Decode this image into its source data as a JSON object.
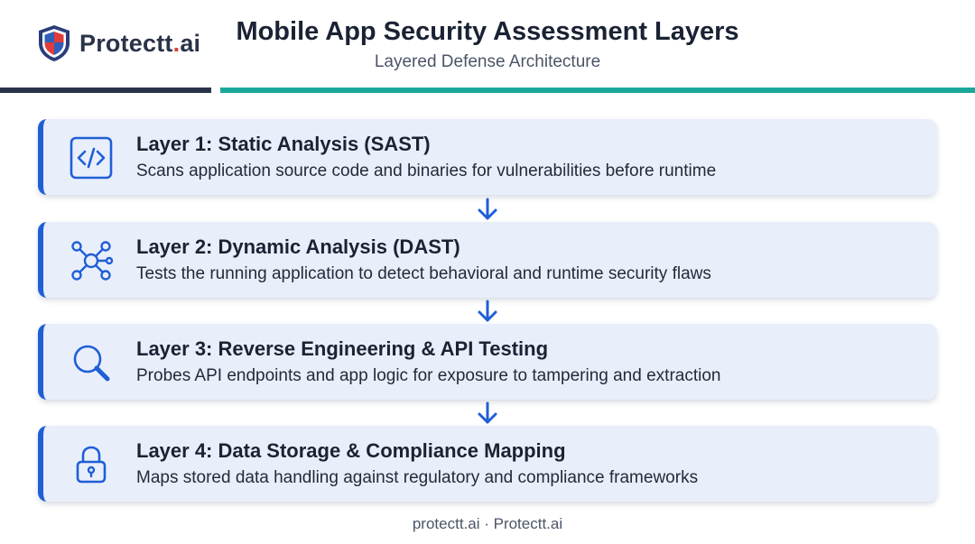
{
  "header": {
    "brand_name": "Protectt",
    "brand_dot": ".",
    "brand_suffix": "ai",
    "title": "Mobile App Security Assessment Layers",
    "subtitle": "Layered Defense Architecture"
  },
  "colors": {
    "accent_blue": "#1f5fd6",
    "accent_teal": "#1aa89a",
    "navy": "#2a3349",
    "brand_red": "#e23b3b",
    "card_bg": "#e9eefb"
  },
  "layers": [
    {
      "title": "Layer 1: Static Analysis (SAST)",
      "description": "Scans application source code and binaries for vulnerabilities before runtime",
      "icon": "code-icon"
    },
    {
      "title": "Layer 2: Dynamic Analysis (DAST)",
      "description": "Tests the running application to detect behavioral and runtime security flaws",
      "icon": "network-icon"
    },
    {
      "title": "Layer 3: Reverse Engineering & API Testing",
      "description": "Probes API endpoints and app logic for exposure to tampering and extraction",
      "icon": "magnifier-icon"
    },
    {
      "title": "Layer 4: Data Storage & Compliance Mapping",
      "description": "Maps stored data handling against regulatory and compliance frameworks",
      "icon": "lock-icon"
    }
  ],
  "footer": {
    "text": "protectt.ai · Protectt.ai"
  }
}
